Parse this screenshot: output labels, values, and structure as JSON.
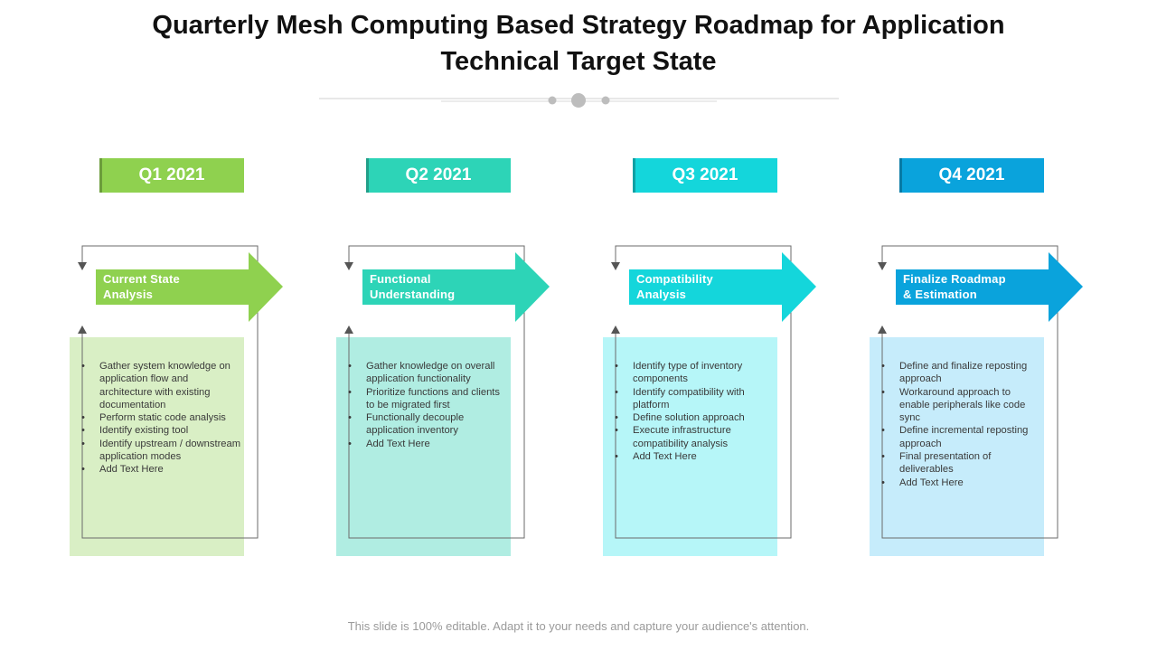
{
  "title": "Quarterly Mesh Computing Based Strategy Roadmap for Application Technical Target State",
  "title_lines": [
    "Quarterly Mesh Computing Based Strategy Roadmap for Application",
    "Technical Target State"
  ],
  "footer": "This slide is 100% editable. Adapt it to your needs and capture your audience's attention.",
  "quarters": [
    {
      "label": "Q1 2021",
      "color": "#8fd14f",
      "light": "#d9efc5",
      "stage": [
        "Current State",
        "Analysis"
      ],
      "bullets": [
        "Gather system knowledge on application flow and architecture with existing documentation",
        "Perform static code analysis",
        "Identify existing tool",
        "Identify upstream / downstream application modes",
        "Add Text Here"
      ]
    },
    {
      "label": "Q2 2021",
      "color": "#2dd4b7",
      "light": "#b0ede2",
      "stage": [
        "Functional",
        "Understanding"
      ],
      "bullets": [
        "Gather knowledge on overall application functionality",
        "Prioritize functions and clients to be migrated first",
        "Functionally decouple application inventory",
        "Add Text Here"
      ]
    },
    {
      "label": "Q3 2021",
      "color": "#14d6db",
      "light": "#b6f6f8",
      "stage": [
        "Compatibility",
        "Analysis"
      ],
      "bullets": [
        "Identify type of inventory components",
        "Identify compatibility with platform",
        "Define solution approach",
        "Execute infrastructure compatibility analysis",
        "Add Text Here"
      ]
    },
    {
      "label": "Q4 2021",
      "color": "#0aa3dc",
      "light": "#c6ecfb",
      "stage": [
        "Finalize Roadmap",
        "& Estimation"
      ],
      "bullets": [
        "Define and finalize reposting approach",
        "Workaround approach to enable peripherals like code sync",
        "Define incremental reposting approach",
        "Final presentation of deliverables",
        "Add Text Here"
      ]
    }
  ],
  "colors": {
    "title": "#111111",
    "loop_line": "#6b6b6b",
    "divider": "#c8c8c8",
    "footer": "#9a9a9a"
  }
}
